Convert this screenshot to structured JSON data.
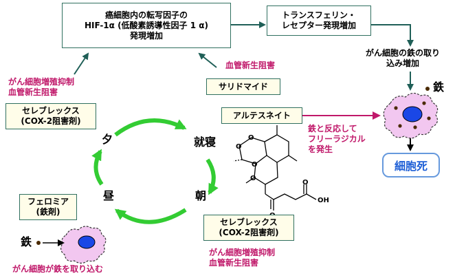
{
  "top_box": {
    "line1": "癌細胞内の転写因子の",
    "line2": "HIF-1α (低酸素誘導性因子 1 α)",
    "line3": "発現増加"
  },
  "transferrin_box": {
    "line1": "トランスフェリン・",
    "line2": "レセプター発現増加"
  },
  "iron_uptake_label": {
    "line1": "がん細胞の鉄の取り",
    "line2": "込み増加"
  },
  "iron_label_right": "鉄",
  "iron_label_left": "鉄",
  "inhibit_top": {
    "line1": "がん細胞増殖抑制",
    "line2": "血管新生阻害"
  },
  "angio_inhibit_label": "血管新生阻害",
  "thalidomide_box": "サリドマイド",
  "celebrex_box_top": {
    "line1": "セレブレックス",
    "line2": "(COX-2阻害剤)"
  },
  "artesunate_box": "アルテスネイト",
  "reaction_text": {
    "line1": "鉄と反応して",
    "line2": "フリーラジカル",
    "line3": "を発生"
  },
  "cell_death_box": "細胞死",
  "cycle": {
    "evening": "夕",
    "bedtime": "就寝",
    "morning": "朝",
    "noon": "昼"
  },
  "ferromia_box": {
    "line1": "フェロミア",
    "line2": "(鉄剤)"
  },
  "celebrex_box_bottom": {
    "line1": "セレブレックス",
    "line2": "(COX-2阻害剤)"
  },
  "inhibit_bottom": {
    "line1": "がん細胞増殖抑制",
    "line2": "血管新生阻害"
  },
  "cell_takes_iron": "がん細胞が鉄を取り込む",
  "molecule_labels": {
    "o1": "O",
    "o2": "O",
    "o3": "O",
    "o4": "O",
    "oh": "OH",
    "o_bottom": "O",
    "o_acid": "O"
  },
  "colors": {
    "box_border": "#2f6f5f",
    "box_fill_yellow": "#fffde9",
    "magenta": "#c0186a",
    "cycle_green": "#33cc33",
    "cell_fill": "#f2c7f0",
    "nucleus": "#1a47e6",
    "cell_death_border": "#6699dd",
    "cell_death_text": "#1e5fd6"
  },
  "icons": [
    "arrow-down-icon",
    "arrow-right-icon",
    "cancer-cell-icon",
    "iron-dot-icon",
    "artesunate-molecule-icon"
  ]
}
